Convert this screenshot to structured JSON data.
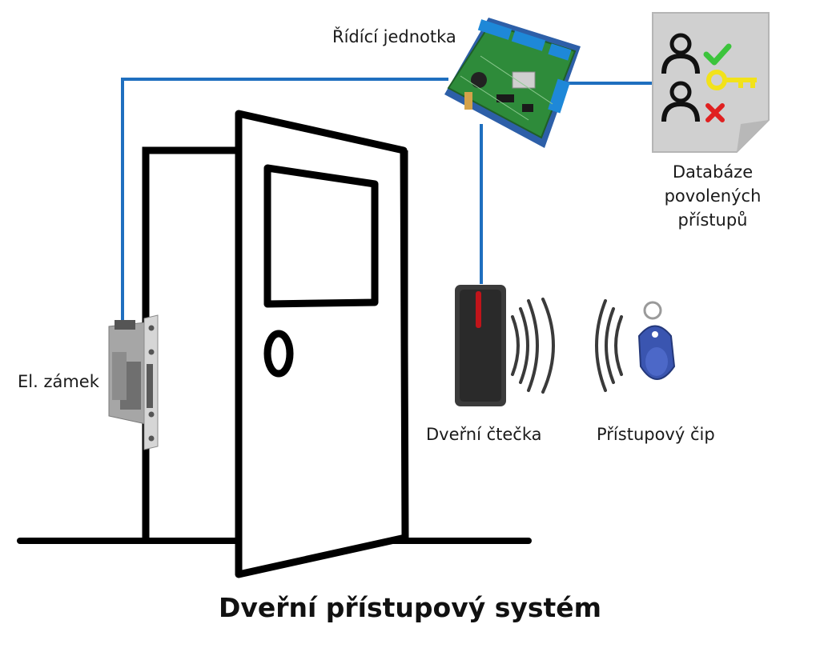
{
  "title": "Dveřní přístupový systém",
  "labels": {
    "control_unit": "Řídící jednotka",
    "database": [
      "Databáze",
      "povolených",
      "přístupů"
    ],
    "lock": "El. zámek",
    "reader": "Dveřní čtečka",
    "chip": "Přístupový čip"
  },
  "colors": {
    "wire": "#1f6fbf",
    "pcb": "#2e8b3a",
    "terminal": "#1e88d8",
    "check": "#3cc43c",
    "key": "#f2e21a",
    "cross": "#e02020",
    "reader_led": "#c0141a",
    "tag": "#3a55b0"
  },
  "icons": {
    "control_unit": "circuit-board-icon",
    "database": "database-document-icon",
    "lock": "electric-strike-lock-icon",
    "reader": "rfid-reader-icon",
    "chip": "rfid-keyfob-icon"
  }
}
